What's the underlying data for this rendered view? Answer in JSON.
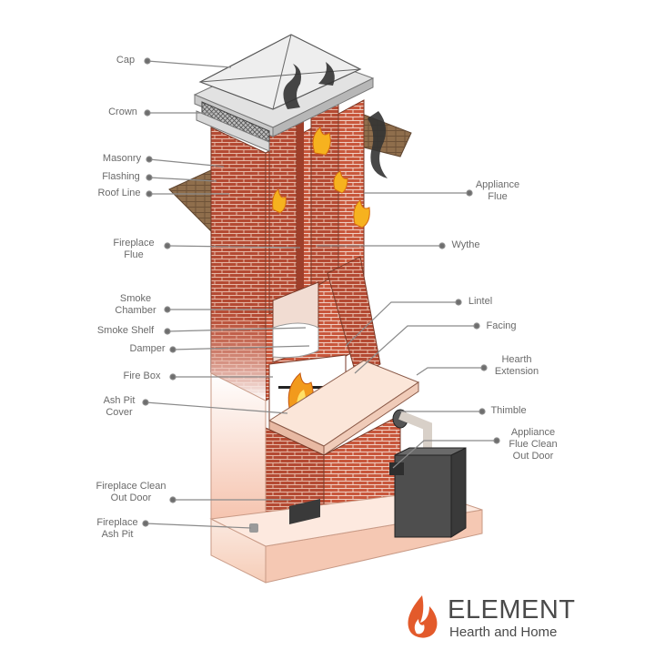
{
  "labels_left": [
    {
      "id": "cap",
      "text": "Cap"
    },
    {
      "id": "crown",
      "text": "Crown"
    },
    {
      "id": "masonry",
      "text": "Masonry"
    },
    {
      "id": "flashing",
      "text": "Flashing"
    },
    {
      "id": "roof-line",
      "text": "Roof Line"
    },
    {
      "id": "fireplace-flue",
      "text": "Fireplace\nFlue"
    },
    {
      "id": "smoke-chamber",
      "text": "Smoke\nChamber"
    },
    {
      "id": "smoke-shelf",
      "text": "Smoke Shelf"
    },
    {
      "id": "damper",
      "text": "Damper"
    },
    {
      "id": "fire-box",
      "text": "Fire Box"
    },
    {
      "id": "ash-pit-cover",
      "text": "Ash Pit\nCover"
    },
    {
      "id": "fireplace-clean-out-door",
      "text": "Fireplace Clean\nOut Door"
    },
    {
      "id": "fireplace-ash-pit",
      "text": "Fireplace\nAsh Pit"
    }
  ],
  "labels_right": [
    {
      "id": "appliance-flue",
      "text": "Appliance\nFlue"
    },
    {
      "id": "wythe",
      "text": "Wythe"
    },
    {
      "id": "lintel",
      "text": "Lintel"
    },
    {
      "id": "facing",
      "text": "Facing"
    },
    {
      "id": "hearth-extension",
      "text": "Hearth\nExtension"
    },
    {
      "id": "thimble",
      "text": "Thimble"
    },
    {
      "id": "appliance-flue-clean-out-door",
      "text": "Appliance\nFlue Clean\nOut Door"
    }
  ],
  "brand": {
    "name": "ELEMENT",
    "tagline": "Hearth and Home"
  },
  "colors": {
    "brick": "#c0533a",
    "brick_light": "#e8a48c",
    "mortar": "#f6e4da",
    "shingle": "#8b6b4a",
    "cap": "#e6e6e6",
    "leader": "#8a8a8a",
    "flame": "#f29a1c",
    "smoke": "#3a3a3a",
    "brand_flame": "#e35a2b"
  }
}
